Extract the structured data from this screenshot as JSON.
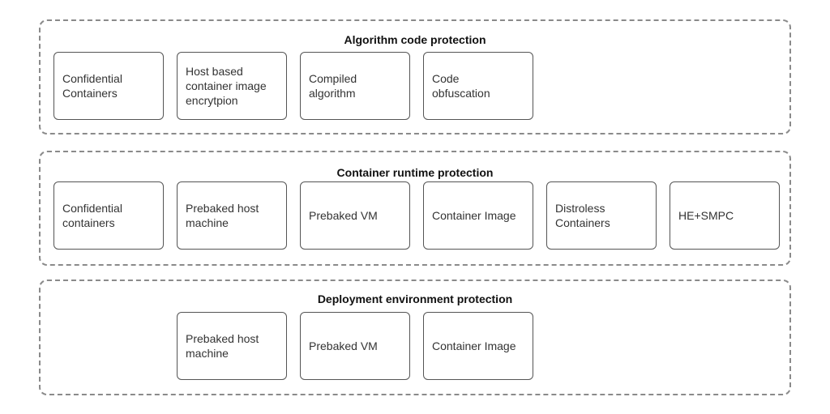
{
  "groups": [
    {
      "title": "Algorithm code protection",
      "items": [
        "Confidential\nContainers",
        "Host based\ncontainer image\nencrytpion",
        "Compiled\nalgorithm",
        "Code\nobfuscation"
      ]
    },
    {
      "title": "Container runtime protection",
      "items": [
        "Confidential\ncontainers",
        "Prebaked host\nmachine",
        "Prebaked VM",
        "Container Image",
        "Distroless\nContainers",
        "HE+SMPC"
      ]
    },
    {
      "title": "Deployment environment protection",
      "items": [
        "Prebaked host\nmachine",
        "Prebaked VM",
        "Container Image"
      ]
    }
  ]
}
